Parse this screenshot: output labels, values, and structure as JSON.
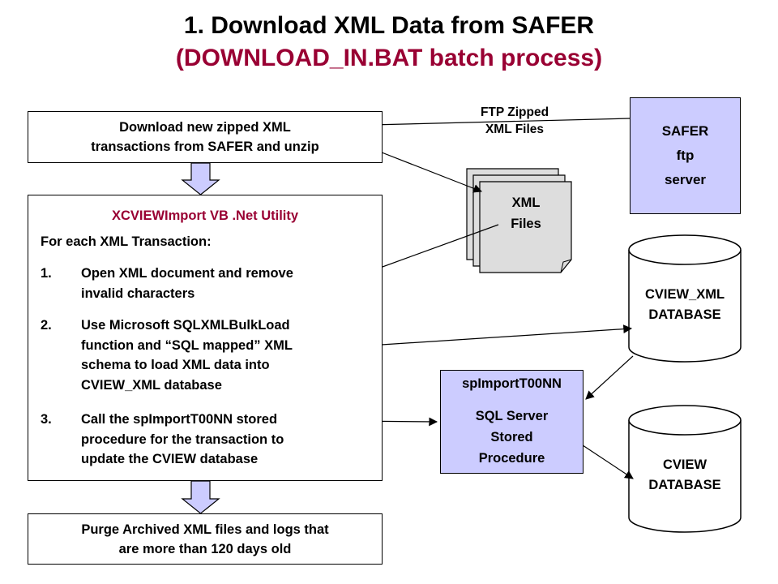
{
  "title": {
    "line1": "1. Download XML Data from SAFER",
    "line2": "(DOWNLOAD_IN.BAT batch process)"
  },
  "download_box": {
    "text_line1": "Download new zipped XML",
    "text_line2": "transactions from SAFER and unzip"
  },
  "xcview_utility": {
    "title": "XCVIEWImport VB .Net Utility",
    "intro": "For each XML Transaction:",
    "steps": [
      {
        "num": "1.",
        "lines": [
          "Open XML document and remove",
          "invalid characters"
        ]
      },
      {
        "num": "2.",
        "lines": [
          "Use Microsoft SQLXMLBulkLoad",
          "function and “SQL mapped” XML",
          "schema to load XML data into",
          "CVIEW_XML database"
        ]
      },
      {
        "num": "3.",
        "lines": [
          "Call the spImportT00NN stored",
          "procedure for the transaction to",
          "update the CVIEW database"
        ]
      }
    ]
  },
  "purge_box": {
    "text_line1": "Purge Archived XML files and logs that",
    "text_line2": "are more than 120 days old"
  },
  "ftp_label": {
    "line1": "FTP Zipped",
    "line2": "XML Files"
  },
  "safer_server": {
    "line1": "SAFER",
    "line2": "ftp",
    "line3": "server"
  },
  "xml_files": {
    "line1": "XML",
    "line2": "Files"
  },
  "cview_xml_db": {
    "line1": "CVIEW_XML",
    "line2": "DATABASE"
  },
  "stored_procedure": {
    "title": "spImportT00NN",
    "line1": "SQL Server",
    "line2": "Stored",
    "line3": "Procedure"
  },
  "cview_db": {
    "line1": "CVIEW",
    "line2": "DATABASE"
  },
  "colors": {
    "title_accent": "#990033",
    "node_fill": "#ccccff",
    "arrow_fill": "#ccccff",
    "doc_fill": "#dddddd"
  }
}
